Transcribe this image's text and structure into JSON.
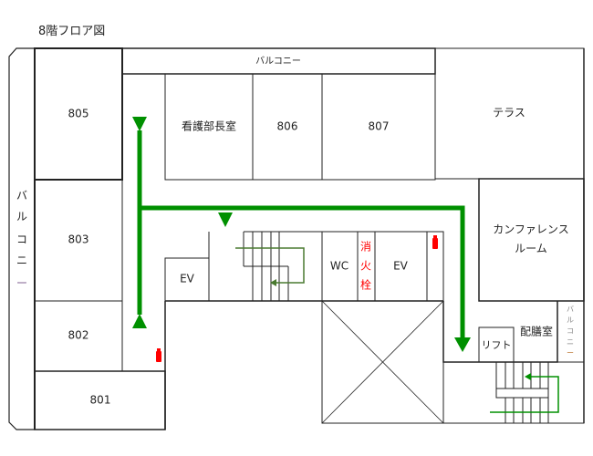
{
  "title": "8階フロア図",
  "rooms": {
    "r805": "805",
    "r803": "803",
    "r802": "802",
    "r801": "801",
    "nurse_director": "看護部長室",
    "r806": "806",
    "r807": "807",
    "terrace": "テラス",
    "conference_line1": "カンファレンス",
    "conference_line2": "ルーム",
    "ev_left": "EV",
    "wc": "WC",
    "ev_right": "EV",
    "lift": "リフト",
    "pantry": "配膳室"
  },
  "balcony_top": "バルコニー",
  "balcony_left": [
    "バ",
    "ル",
    "コ",
    "ニ",
    "ー"
  ],
  "balcony_right": [
    "バ",
    "ル",
    "コ",
    "ニ",
    "ー"
  ],
  "hydrant": [
    "消",
    "火",
    "栓"
  ],
  "colors": {
    "evac": "#009000",
    "stair_arrow": "#4a7a30",
    "fire": "#ff0000"
  }
}
